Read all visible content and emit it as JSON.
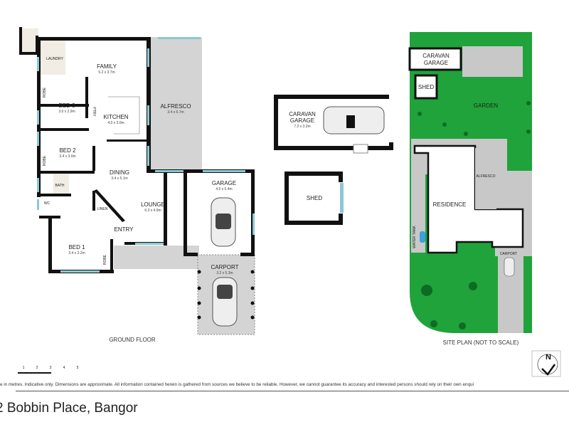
{
  "ground_floor": {
    "caption": "GROUND FLOOR",
    "rooms": {
      "laundry": {
        "label": "LAUNDRY"
      },
      "family": {
        "label": "FAMILY",
        "dims": "5.2 x 3.7m"
      },
      "bed3": {
        "label": "BED 3",
        "dims": "3.0 x 2.9m"
      },
      "kitchen": {
        "label": "KITCHEN",
        "dims": "4.0 x 3.0m"
      },
      "alfresco": {
        "label": "ALFRESCO",
        "dims": "3.4 x 6.7m"
      },
      "bed2": {
        "label": "BED 2",
        "dims": "3.4 x 3.0m"
      },
      "bath": {
        "label": "BATH"
      },
      "wc": {
        "label": "WC"
      },
      "dining": {
        "label": "DINING",
        "dims": "3.4 x 5.1m"
      },
      "lounge": {
        "label": "LOUNGE",
        "dims": "6.3 x 4.9m"
      },
      "linen": {
        "label": "LINEN"
      },
      "entry": {
        "label": "ENTRY"
      },
      "bed1": {
        "label": "BED 1",
        "dims": "3.4 x 3.2m"
      },
      "garage": {
        "label": "GARAGE",
        "dims": "4.5 x 5.4m"
      },
      "carport": {
        "label": "CARPORT",
        "dims": "3.2 x 5.3m"
      },
      "robe": "ROBE",
      "ptry": "PTRY"
    }
  },
  "outbuildings": {
    "caravan_garage": {
      "label_line1": "CARAVAN",
      "label_line2": "GARAGE",
      "dims": "7.2 x 3.2m"
    },
    "shed": {
      "label": "SHED"
    }
  },
  "site_plan": {
    "caption": "SITE PLAN (NOT TO SCALE)",
    "caravan_garage_line1": "CARAVAN",
    "caravan_garage_line2": "GARAGE",
    "shed": "SHED",
    "garden": "GARDEN",
    "alfresco": "ALFRESCO",
    "residence": "RESIDENCE",
    "water_tank": "WATER TANK",
    "carport": "CARPORT",
    "lawn_color": "#1fa33a"
  },
  "scale_bar": {
    "ticks": [
      "1",
      "2",
      "3",
      "4",
      "5"
    ]
  },
  "compass": {
    "label": "N"
  },
  "disclaimer": "e in metres. Indicative only. Dimensions are approximate. All information contained herein is gathered from sources we believe to be reliable. However, we cannot guarantee its accuracy and interested persons should rely on their own enqui",
  "address": "2 Bobbin Place, Bangor"
}
